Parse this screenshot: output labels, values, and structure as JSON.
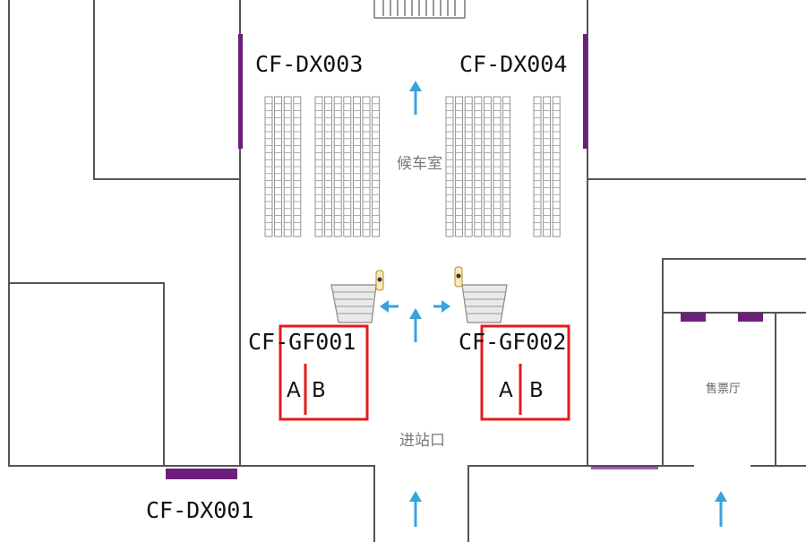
{
  "colors": {
    "wall": "#555555",
    "purple": "#6b1f7a",
    "highlight": "#e41b1b",
    "arrow": "#3aa2dc",
    "seat": "#888888"
  },
  "zones": {
    "waiting_room": "候车室",
    "entrance": "进站口",
    "ticket_hall": "售票厅"
  },
  "gates": {
    "dx003": "CF-DX003",
    "dx004": "CF-DX004",
    "dx001": "CF-DX001",
    "gf001": "CF-GF001",
    "gf002": "CF-GF002",
    "lane_a": "A",
    "lane_b": "B"
  },
  "icons": [
    "up-arrow-icon",
    "left-arrow-icon",
    "right-arrow-icon",
    "security-scanner-icon",
    "turnstile-icon"
  ]
}
